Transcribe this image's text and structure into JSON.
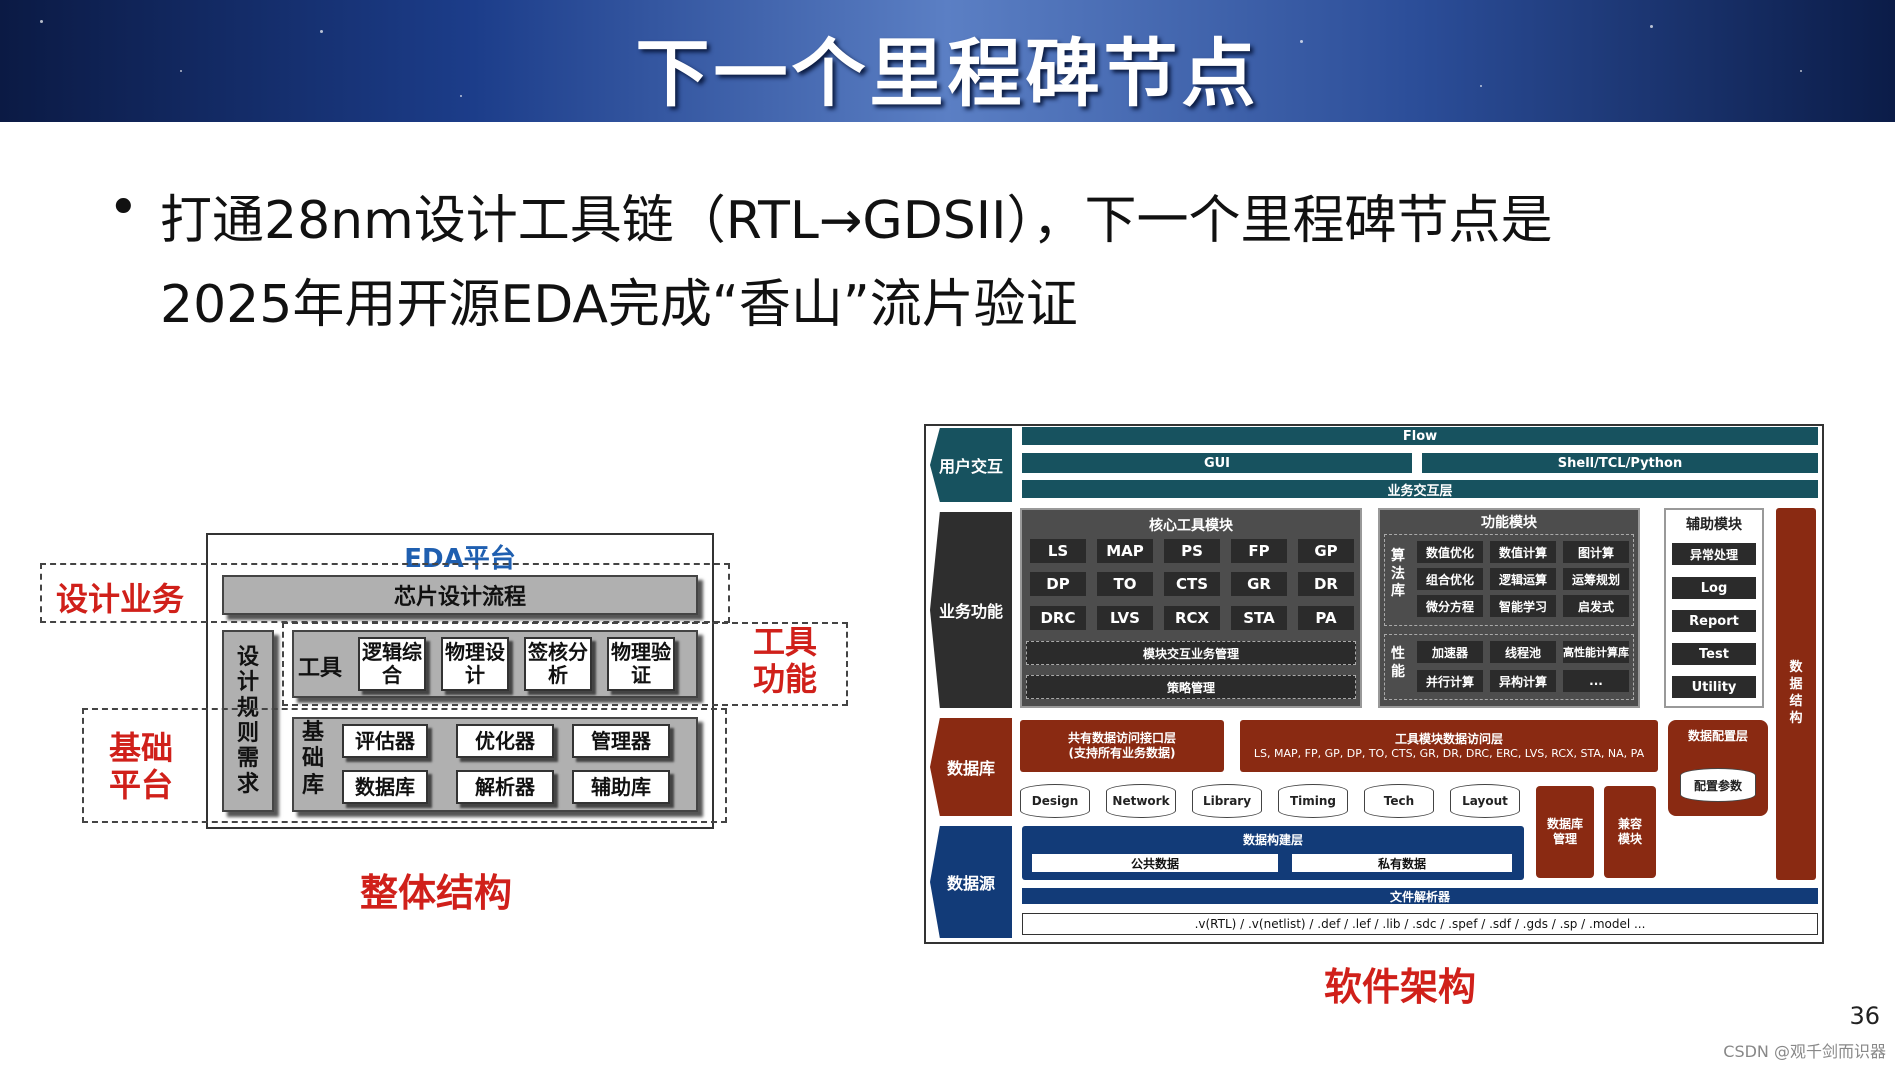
{
  "header": {
    "title": "下一个里程碑节点"
  },
  "bullet": {
    "line1": "打通28nm设计工具链（RTL→GDSII），下一个里程碑节点是",
    "line2": "2025年用开源EDA完成“香山”流片验证"
  },
  "left_diagram": {
    "platform_title": "EDA平台",
    "design_business": "设计业务",
    "chip_flow": "芯片设计流程",
    "rules": [
      "设",
      "计",
      "规",
      "则",
      "需",
      "求"
    ],
    "tools_label": "工具",
    "tools": [
      "逻辑综合",
      "物理设计",
      "签核分析",
      "物理验证"
    ],
    "tool_function": [
      "工具",
      "功能"
    ],
    "base_label": [
      "基",
      "础",
      "库"
    ],
    "base_row1": [
      "评估器",
      "优化器",
      "管理器"
    ],
    "base_row2": [
      "数据库",
      "解析器",
      "辅助库"
    ],
    "base_platform": [
      "基础",
      "平台"
    ],
    "caption": "整体结构"
  },
  "right_diagram": {
    "side_labels": [
      "用户交互",
      "业务功能",
      "数据库",
      "数据源"
    ],
    "flow": "Flow",
    "gui": "GUI",
    "shell": "Shell/TCL/Python",
    "service_layer": "业务交互层",
    "core_title": "核心工具模块",
    "core_tools": [
      [
        "LS",
        "MAP",
        "PS",
        "FP",
        "GP"
      ],
      [
        "DP",
        "TO",
        "CTS",
        "GR",
        "DR"
      ],
      [
        "DRC",
        "LVS",
        "RCX",
        "STA",
        "PA"
      ]
    ],
    "module_mgmt": "模块交互业务管理",
    "strategy_mgmt": "策略管理",
    "func_title": "功能模块",
    "algo_label": [
      "算",
      "法",
      "库"
    ],
    "algo_items": [
      [
        "数值优化",
        "数值计算",
        "图计算"
      ],
      [
        "组合优化",
        "逻辑运算",
        "运筹规划"
      ],
      [
        "微分方程",
        "智能学习",
        "启发式"
      ]
    ],
    "perf_label": [
      "性",
      "能"
    ],
    "perf_items": [
      [
        "加速器",
        "线程池",
        "高性能计算库"
      ],
      [
        "并行计算",
        "异构计算",
        "..."
      ]
    ],
    "aux_title": "辅助模块",
    "aux_items": [
      "异常处理",
      "Log",
      "Report",
      "Test",
      "Utility"
    ],
    "data_struct": [
      "数",
      "据",
      "结",
      "构"
    ],
    "shared_access": [
      "共有数据访问接口层",
      "(支持所有业务数据)"
    ],
    "tool_access": "工具模块数据访问层",
    "tool_access_list": "LS, MAP, FP, GP, DP, TO, CTS, GR, DR, DRC, ERC, LVS, RCX, STA, NA, PA",
    "db_items": [
      "Design",
      "Network",
      "Library",
      "Timing",
      "Tech",
      "Layout"
    ],
    "data_config": "数据配置层",
    "config_params": "配置参数",
    "db_mgmt": [
      "数据库",
      "管理"
    ],
    "compat": [
      "兼容",
      "模块"
    ],
    "build_layer": "数据构建层",
    "public_data": "公共数据",
    "private_data": "私有数据",
    "file_parser": "文件解析器",
    "file_formats": ".v(RTL) / .v(netlist) / .def / .lef / .lib / .sdc / .spef / .sdf / .gds / .sp / .model ...",
    "caption": "软件架构"
  },
  "page_number": "36",
  "watermark": "CSDN @观千剑而识器"
}
